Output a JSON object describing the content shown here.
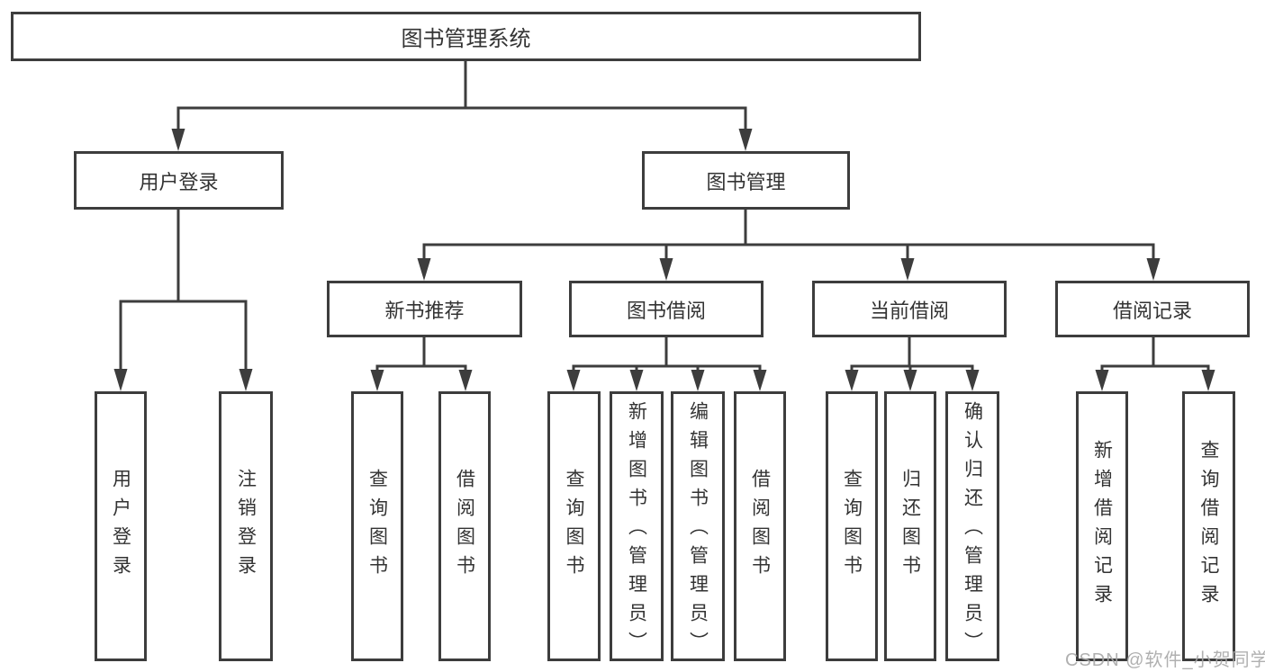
{
  "title": "图书管理系统",
  "colors": {
    "line": "#3d3d3d",
    "text": "#333333",
    "background": "#ffffff",
    "watermark": "#a8a8a8"
  },
  "nodes": {
    "root": {
      "label": "图书管理系统"
    },
    "user_login": {
      "label": "用户登录"
    },
    "book_mgmt": {
      "label": "图书管理"
    },
    "new_book_rec": {
      "label": "新书推荐"
    },
    "book_borrow": {
      "label": "图书借阅"
    },
    "current_borrow": {
      "label": "当前借阅"
    },
    "borrow_records": {
      "label": "借阅记录"
    },
    "leaf_user_login": {
      "label": "用户登录"
    },
    "leaf_logout": {
      "label": "注销登录"
    },
    "leaf_query_book_rec": {
      "label": "查询图书"
    },
    "leaf_borrow_book_rec": {
      "label": "借阅图书"
    },
    "leaf_query_book_borrow": {
      "label": "查询图书"
    },
    "leaf_add_book_admin": {
      "label": "新增图书（管理员）"
    },
    "leaf_edit_book_admin": {
      "label": "编辑图书（管理员）"
    },
    "leaf_borrow_book_borrow": {
      "label": "借阅图书"
    },
    "leaf_query_book_current": {
      "label": "查询图书"
    },
    "leaf_return_book": {
      "label": "归还图书"
    },
    "leaf_confirm_return_admin": {
      "label": "确认归还（管理员）"
    },
    "leaf_add_borrow_record": {
      "label": "新增借阅记录"
    },
    "leaf_query_borrow_record": {
      "label": "查询借阅记录"
    }
  },
  "hierarchy": {
    "图书管理系统": {
      "用户登录": [
        "用户登录",
        "注销登录"
      ],
      "图书管理": {
        "新书推荐": [
          "查询图书",
          "借阅图书"
        ],
        "图书借阅": [
          "查询图书",
          "新增图书（管理员）",
          "编辑图书（管理员）",
          "借阅图书"
        ],
        "当前借阅": [
          "查询图书",
          "归还图书",
          "确认归还（管理员）"
        ],
        "借阅记录": [
          "新增借阅记录",
          "查询借阅记录"
        ]
      }
    }
  },
  "watermark": "CSDN @软件_小贺同学"
}
